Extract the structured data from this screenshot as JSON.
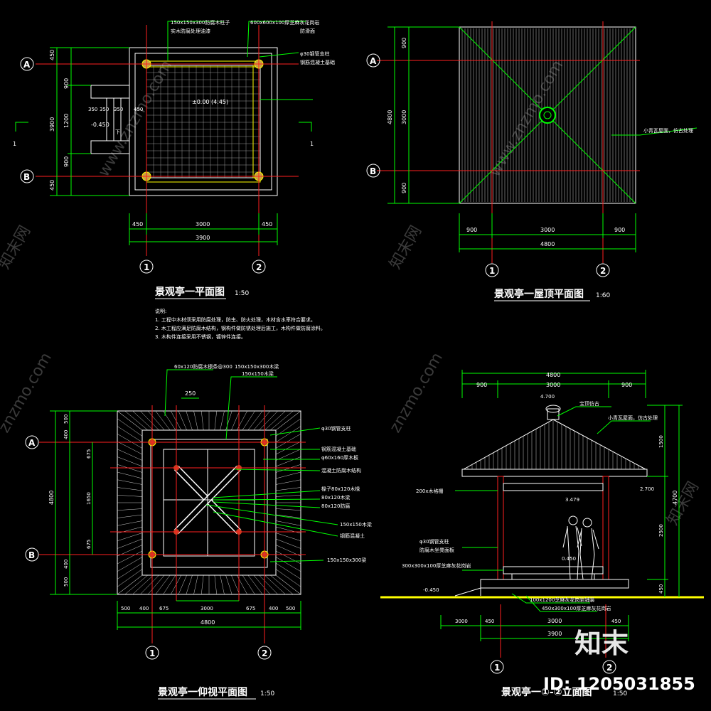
{
  "drawings": {
    "plan": {
      "title": "景观亭一平面图",
      "scale": "1:50",
      "dims_bottom": [
        "450",
        "3000",
        "450"
      ],
      "dims_total": "3900",
      "dims_left": [
        "450",
        "900",
        "1200",
        "900",
        "450"
      ],
      "dims_left_total": "3900",
      "elev": "±0.00 (4.45)",
      "elev2": "-0.450",
      "step_dims": [
        "350",
        "350",
        "350",
        "450"
      ],
      "step_label": "下",
      "ann": [
        "150x150x300防腐木柱子",
        "实木防腐处理油漆",
        "φ30钢管支柱",
        "钢筋混凝土基础",
        "600x600x100厚芝麻灰花岗岩",
        "防滑面"
      ],
      "axes": [
        "A",
        "B",
        "1",
        "2"
      ]
    },
    "roof": {
      "title": "景观亭一屋顶平面图",
      "scale": "1:60",
      "dims_bottom": [
        "900",
        "3000",
        "900"
      ],
      "dims_total": "4800",
      "dims_left": [
        "900",
        "3000",
        "900"
      ],
      "dims_left_total": "4800",
      "ann": "小青瓦屋面，仿古处理",
      "axes": [
        "A",
        "B",
        "1",
        "2"
      ]
    },
    "ceiling": {
      "title": "景观亭一仰视平面图",
      "scale": "1:50",
      "dims_bottom": [
        "500",
        "400",
        "675",
        "3000",
        "675",
        "400",
        "500"
      ],
      "dims_total": "4800",
      "dims_left": [
        "500",
        "400",
        "675",
        "1650",
        "675",
        "400",
        "500"
      ],
      "dims_left_total": "4800",
      "dim_top": "250",
      "ann": [
        "60x120防腐木檩条@300",
        "150x150x300木梁",
        "150x150木梁",
        "φ30钢管支柱",
        "钢筋混凝土基础",
        "φ60x160厚木板",
        "混凝土防腐木结构",
        "椽子80x120木椽",
        "80x120木梁",
        "80x120防腐",
        "150x150木梁",
        "钢筋混凝土",
        "150x150x300梁"
      ],
      "axes": [
        "A",
        "B",
        "1",
        "2"
      ]
    },
    "elevation": {
      "title": "景观亭一①-②立面图",
      "scale": "1:50",
      "dims_top": [
        "900",
        "3000",
        "900"
      ],
      "dims_top_total": "4800",
      "dims_bottom": [
        "3000",
        "450",
        "3000",
        "450"
      ],
      "dims_bottom_total": "3900",
      "heights": [
        "4.700",
        "3.479",
        "2.700",
        "0.450",
        "-0.450"
      ],
      "dims_right": [
        "1500",
        "2500",
        "450"
      ],
      "dims_right_total": "4700",
      "ann": [
        "宝顶仿古",
        "小青瓦屋面，仿古处理",
        "200x木格栅",
        "φ30钢管支柱",
        "防腐木坐凳面板",
        "300x300x100厚芝麻灰花岗岩",
        "100x1200芝麻灰花岗岩铺装",
        "450x300x100厚芝麻灰花岗岩"
      ],
      "axes": [
        "1",
        "2"
      ]
    }
  },
  "notes": {
    "heading": "说明:",
    "lines": [
      "1. 工程中木材须采用防腐处理，防虫、防火处理，木材含水率符合要求。",
      "2. 木工程应满足防腐木结构，钢构件做防锈处理后施工，木构件做防腐涂料。",
      "3. 木构件连接采用不锈钢，镀锌件连接。"
    ]
  },
  "watermarks": [
    "知末网",
    "www.znzmo.com",
    "znzmo.com"
  ],
  "branding": {
    "logo": "知末",
    "id_text": "ID: 1205031855"
  },
  "colors": {
    "background": "#000000",
    "line_green": "#00ff00",
    "line_white": "#ffffff",
    "axis_red": "#ff2020",
    "ground_yellow": "#ffff00"
  }
}
